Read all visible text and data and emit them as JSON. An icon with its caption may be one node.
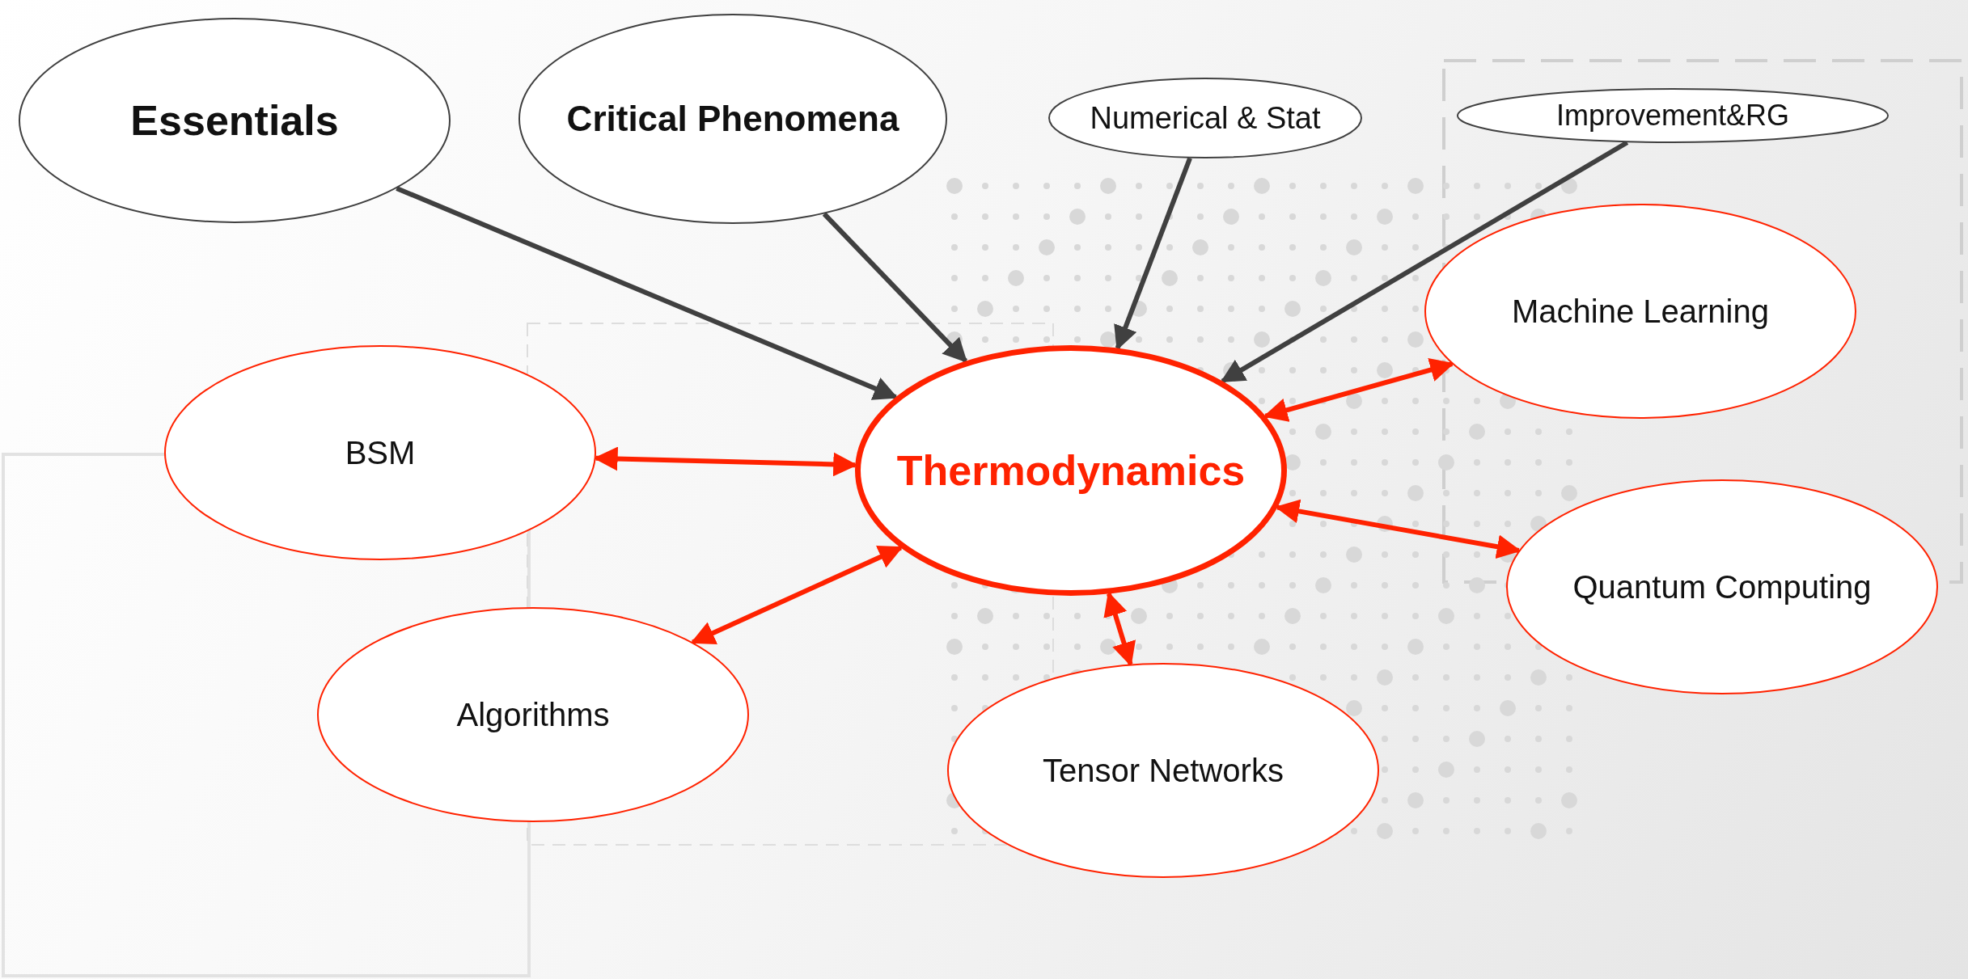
{
  "diagram": {
    "nodes": [
      {
        "text": [
          "Essentials"
        ]
      },
      {
        "text": [
          "Critical Phenomena"
        ]
      },
      {
        "text": [
          "Numerical & Stat"
        ]
      },
      {
        "text": [
          "Improvement&RG"
        ]
      },
      {
        "text": [
          "Machine Learning"
        ]
      },
      {
        "text": [
          "BSM"
        ]
      },
      {
        "text": [
          "Thermodynamics"
        ]
      },
      {
        "text": [
          "Quantum Computing"
        ]
      },
      {
        "text": [
          "Algorithms"
        ]
      },
      {
        "text": [
          "Tensor Networks"
        ]
      }
    ],
    "edges": [
      {
        "from": 0,
        "to": 6,
        "arrow": "to",
        "color": "#404040"
      },
      {
        "from": 1,
        "to": 6,
        "arrow": "to",
        "color": "#404040"
      },
      {
        "from": 2,
        "to": 6,
        "arrow": "to",
        "color": "#404040"
      },
      {
        "from": 3,
        "to": 6,
        "arrow": "to",
        "color": "#404040"
      },
      {
        "from": 6,
        "to": 4,
        "arrow": "both"
      },
      {
        "from": 5,
        "to": 6,
        "arrow": "both"
      },
      {
        "from": 6,
        "to": 7,
        "arrow": "both"
      },
      {
        "from": 8,
        "to": 6,
        "arrow": "both"
      },
      {
        "from": 6,
        "to": 9,
        "arrow": "both"
      }
    ]
  }
}
